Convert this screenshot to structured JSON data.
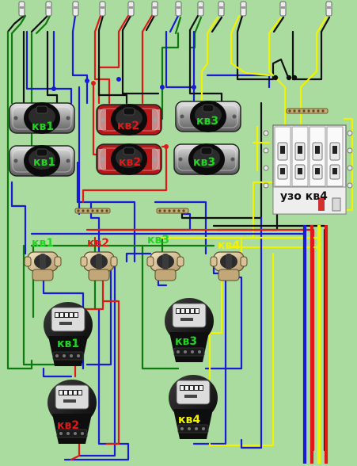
{
  "colors": {
    "background": "#a9dc9e",
    "neutral": "#1a1ad8",
    "phase_red": "#e01818",
    "phase_yellow": "#f2f200",
    "ground_green": "#0f7a0f",
    "black_wire": "#101010",
    "label_green": "#1fd61f",
    "label_red": "#e01818",
    "label_yellow": "#f2f200"
  },
  "labels": {
    "switch_q1_top": "кв1",
    "switch_q1_bottom": "кв1",
    "switch_q2_top": "кв2",
    "switch_q2_bottom": "кв2",
    "switch_q3_top": "кв3",
    "switch_q3_bottom": "кв3",
    "breaker_q1": "кв1",
    "breaker_q2": "кв2",
    "breaker_q3": "кв3",
    "breaker_q4": "кв4",
    "meter_q1": "кв1",
    "meter_q2": "кв2",
    "meter_q3": "кв3",
    "meter_q4": "кв4",
    "rcd": "узо кв4"
  }
}
